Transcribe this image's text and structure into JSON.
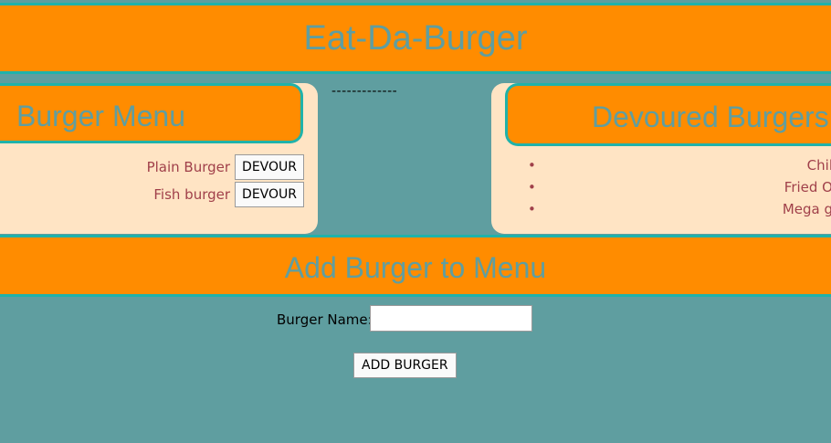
{
  "header": {
    "title": "Eat-Da-Burger"
  },
  "menu": {
    "heading": "Burger Menu",
    "items": [
      {
        "name": "Plain Burger",
        "button_label": "DEVOUR"
      },
      {
        "name": "Fish burger",
        "button_label": "DEVOUR"
      }
    ]
  },
  "divider_text": "-------------",
  "devoured": {
    "heading": "Devoured Burgers",
    "items": [
      {
        "name": "Chil"
      },
      {
        "name": "Fried O"
      },
      {
        "name": "Mega g"
      }
    ]
  },
  "add_form": {
    "title": "Add Burger to Menu",
    "label": "Burger Name:",
    "input_value": "",
    "submit_label": "ADD BURGER"
  }
}
